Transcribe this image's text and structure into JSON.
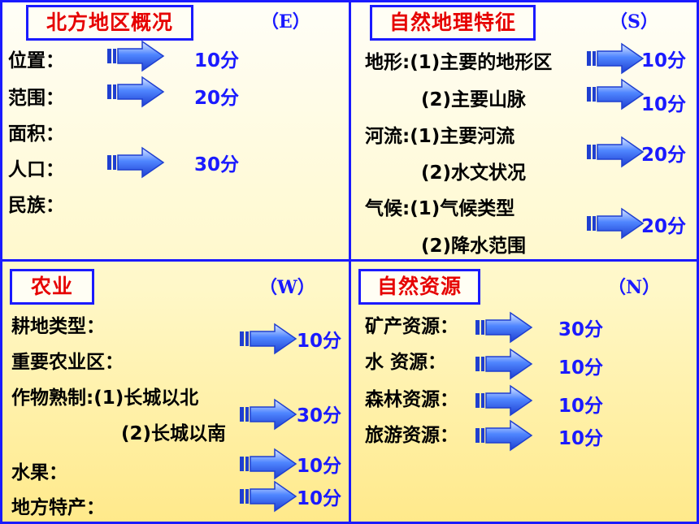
{
  "panels": {
    "e": {
      "title": "北方地区概况",
      "code": "（E）",
      "rows": [
        "位置：",
        "范围：",
        "面积：",
        "人口：",
        "民族："
      ],
      "points": [
        "10分",
        "20分",
        "30分"
      ]
    },
    "s": {
      "title": "自然地理特征",
      "code": "（S）",
      "rows": [
        "地形:(1)主要的地形区",
        "(2)主要山脉",
        "河流:(1)主要河流",
        "(2)水文状况",
        "气候:(1)气候类型",
        "(2)降水范围"
      ],
      "points": [
        "10分",
        "10分",
        "20分",
        "20分"
      ]
    },
    "w": {
      "title": "农业",
      "code": "（W）",
      "rows": [
        "耕地类型：",
        "重要农业区：",
        "作物熟制:(1)长城以北",
        "(2)长城以南",
        "水果：",
        "地方特产："
      ],
      "points": [
        "10分",
        "30分",
        "10分",
        "10分"
      ]
    },
    "n": {
      "title": "自然资源",
      "code": "（N）",
      "rows": [
        "矿产资源：",
        "水 资源：",
        "森林资源：",
        "旅游资源："
      ],
      "points": [
        "30分",
        "10分",
        "10分",
        "10分"
      ]
    }
  },
  "colors": {
    "border": "#1a1aff",
    "title_text": "#e60000",
    "points_text": "#1a1aff",
    "arrow": "#2f6bff"
  },
  "icons": {
    "arrow": "block-arrow-right-icon"
  }
}
